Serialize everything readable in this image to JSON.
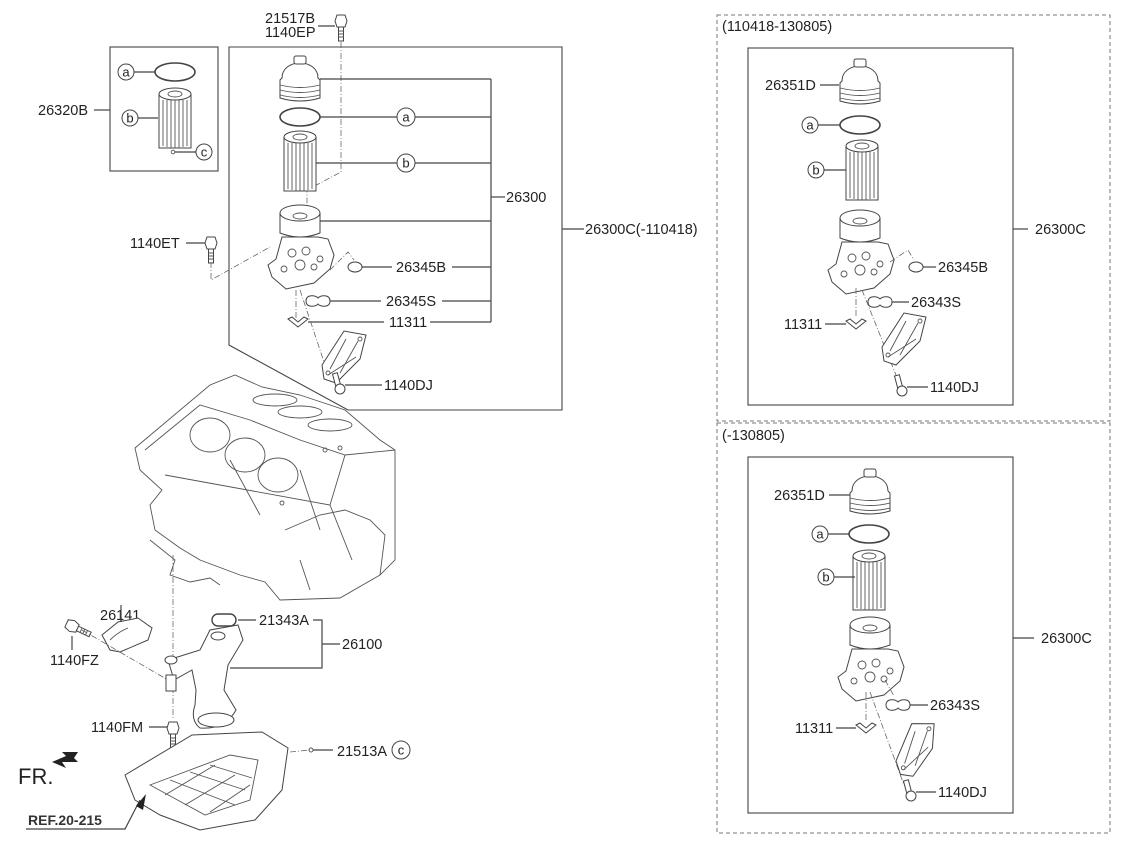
{
  "diagram": {
    "title": "Oil filter / engine block exploded parts diagram",
    "main_panel": {
      "assembly_label": "26300C(-110418)",
      "sub_assembly_label": "26300",
      "callouts": {
        "bolt_top_1": "21517B",
        "bolt_top_2": "1140EP",
        "ring": "a",
        "element": "b",
        "seal_b": "26345B",
        "gasket_s": "26345S",
        "plate": "11311",
        "bolt_dj": "1140DJ",
        "bolt_et": "1140ET"
      }
    },
    "kit_panel": {
      "label": "26320B",
      "items": [
        "a",
        "b",
        "c"
      ]
    },
    "lower": {
      "cover": "26141",
      "bolt_fz": "1140FZ",
      "bolt_fm": "1140FM",
      "gasket": "21343A",
      "pump": "26100",
      "drain": "21513A",
      "drain_ref": "c",
      "ref": "REF.20-215",
      "front": "FR."
    },
    "right_top": {
      "range": "(110418-130805)",
      "assembly_label": "26300C",
      "cap": "26351D",
      "ring": "a",
      "element": "b",
      "seal_b": "26345B",
      "gasket_s": "26343S",
      "plate": "11311",
      "bolt_dj": "1140DJ"
    },
    "right_bottom": {
      "range": "(-130805)",
      "assembly_label": "26300C",
      "cap": "26351D",
      "ring": "a",
      "element": "b",
      "gasket_s": "26343S",
      "plate": "11311",
      "bolt_dj": "1140DJ"
    }
  }
}
